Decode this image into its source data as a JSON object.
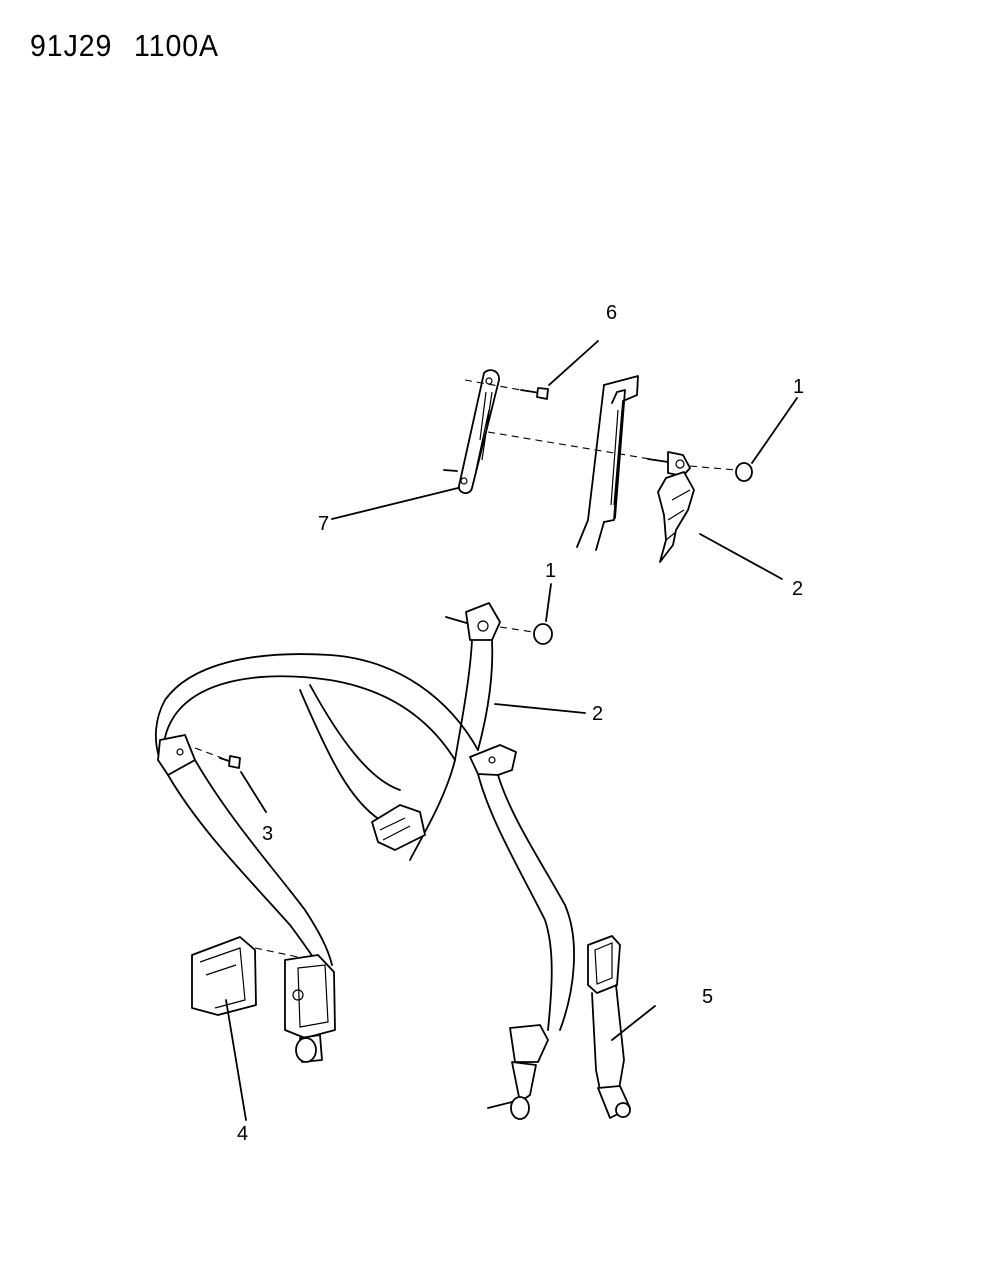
{
  "header": {
    "code": "91J29  1100A"
  },
  "callouts": [
    {
      "id": "c6",
      "text": "6"
    },
    {
      "id": "c1a",
      "text": "1"
    },
    {
      "id": "c7",
      "text": "7"
    },
    {
      "id": "c2a",
      "text": "2"
    },
    {
      "id": "c1b",
      "text": "1"
    },
    {
      "id": "c2b",
      "text": "2"
    },
    {
      "id": "c3",
      "text": "3"
    },
    {
      "id": "c5",
      "text": "5"
    },
    {
      "id": "c4",
      "text": "4"
    }
  ]
}
